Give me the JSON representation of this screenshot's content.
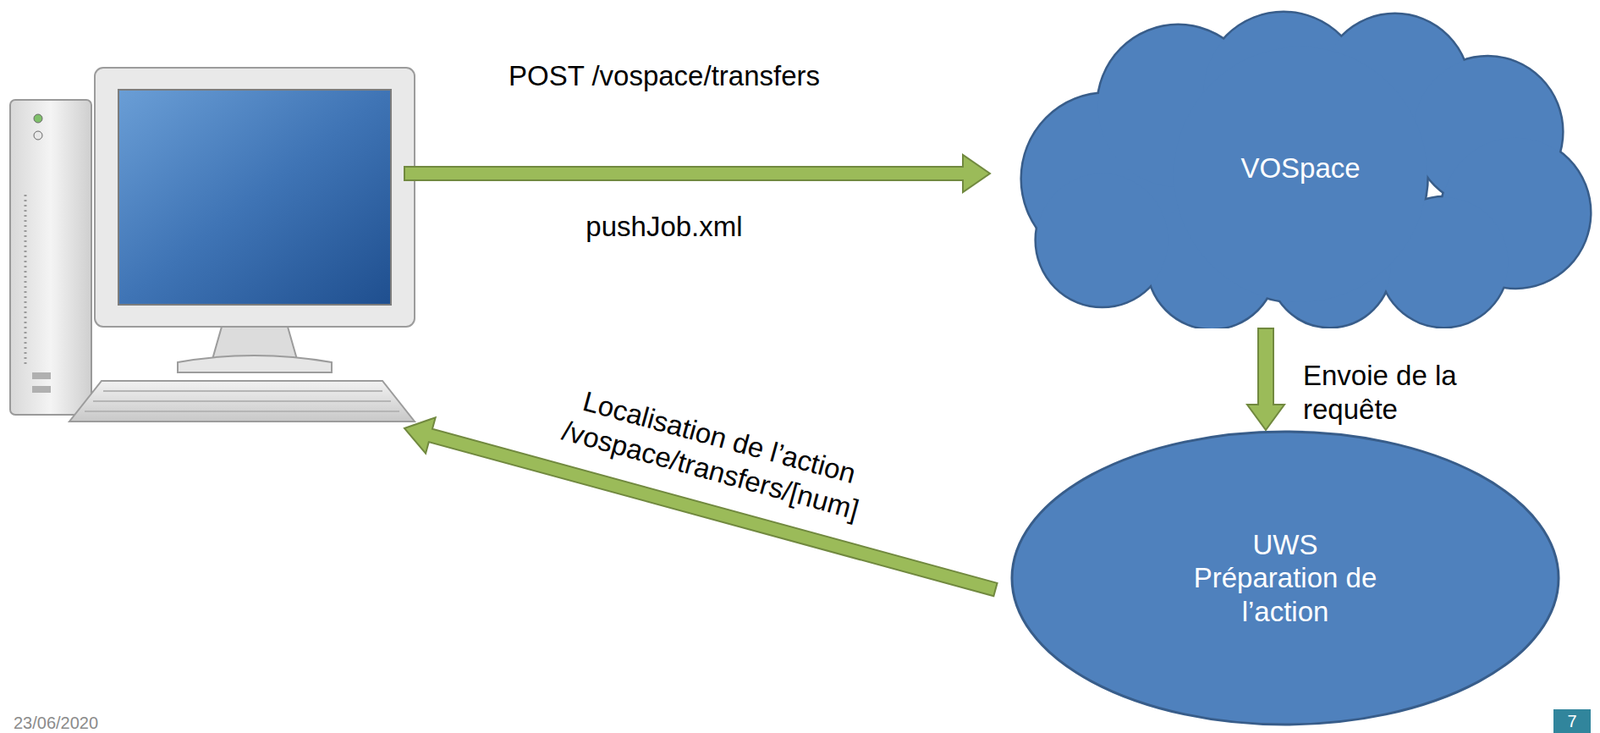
{
  "diagram": {
    "nodes": [
      {
        "text": [
          "VOSpace"
        ]
      },
      {
        "text": [
          "UWS",
          "Préparation de l’action"
        ]
      }
    ],
    "edges": [
      {
        "from": 0,
        "to": 1,
        "arrow": "to",
        "label": "Envoie de la requête"
      }
    ],
    "labels": [
      "POST /vospace/transfers",
      "pushJob.xml",
      "Localisation de l’action /vospace/transfers/[num]",
      "23/06/2020",
      "7"
    ]
  }
}
